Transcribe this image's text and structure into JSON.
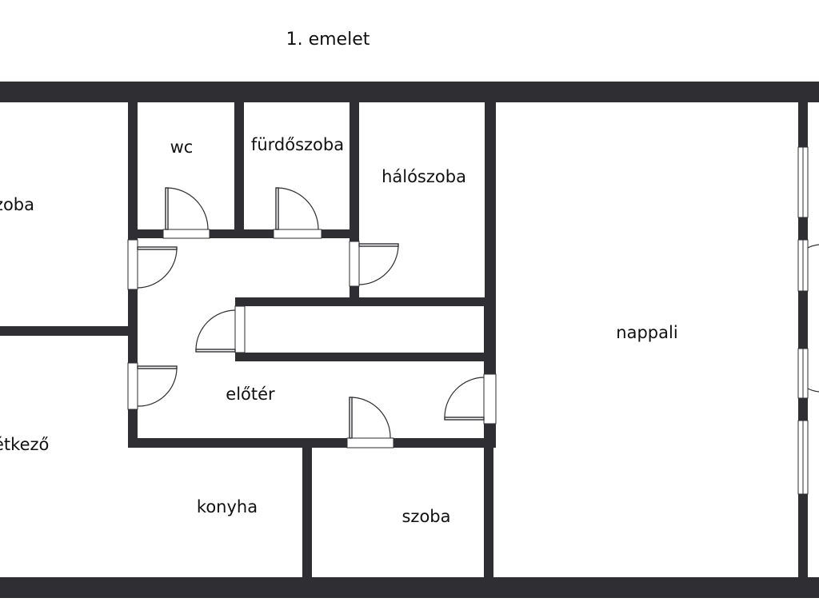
{
  "floor_title": "1. emelet",
  "rooms": {
    "szoba_left": "szoba",
    "wc": "wc",
    "furdoszoba": "fürdőszoba",
    "haloszoba": "hálószoba",
    "nappali": "nappali",
    "eloter": "előtér",
    "etkezo": "étkező",
    "konyha": "konyha",
    "szoba_bottom": "szoba"
  },
  "colors": {
    "wall": "#2e2e33",
    "background": "#ffffff"
  }
}
